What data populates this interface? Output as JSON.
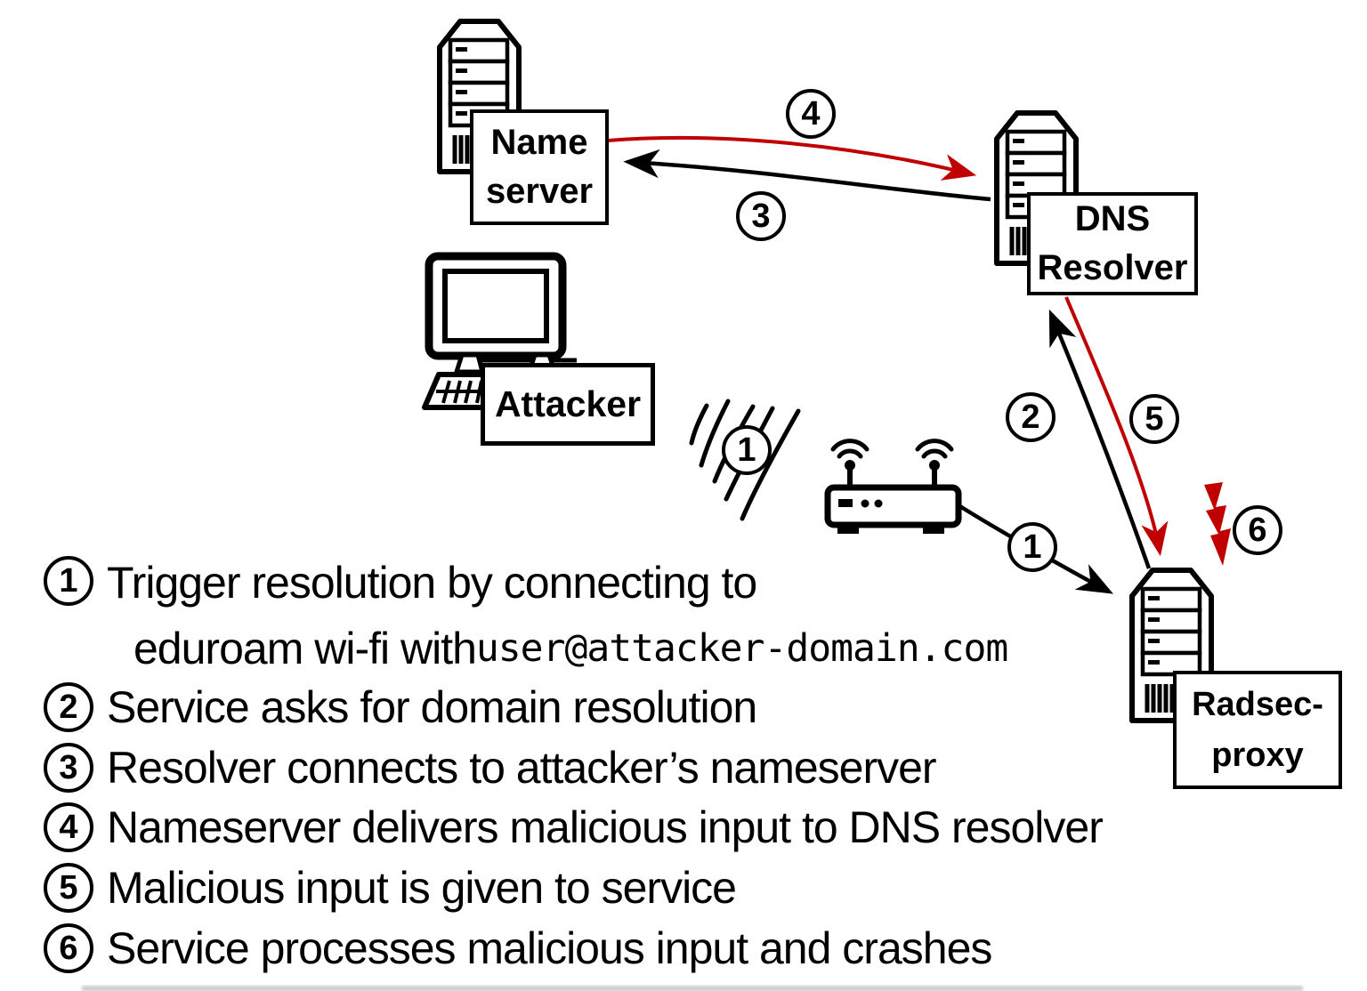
{
  "diagram": {
    "nodes": {
      "name_server": {
        "line1": "Name",
        "line2": "server"
      },
      "dns_resolver": {
        "line1": "DNS",
        "line2": "Resolver"
      },
      "attacker": {
        "label": "Attacker"
      },
      "radsecproxy": {
        "line1": "Radsec-",
        "line2": "proxy"
      }
    },
    "steps": {
      "s1": "1",
      "s2": "2",
      "s3": "3",
      "s4": "4",
      "s5": "5",
      "s6": "6"
    },
    "colors": {
      "attack_red": "#c00000",
      "ink": "#000000"
    }
  },
  "legend": {
    "items": [
      {
        "num": "1",
        "line1": "Trigger resolution by connecting to",
        "line2_text": "eduroam wi-fi with ",
        "line2_code": "user@attacker-domain.com"
      },
      {
        "num": "2",
        "line1": "Service asks for domain resolution"
      },
      {
        "num": "3",
        "line1": "Resolver connects to attacker’s nameserver"
      },
      {
        "num": "4",
        "line1": "Nameserver delivers malicious input to DNS resolver"
      },
      {
        "num": "5",
        "line1": "Malicious input is given to service"
      },
      {
        "num": "6",
        "line1": "Service processes malicious input and crashes"
      }
    ]
  }
}
